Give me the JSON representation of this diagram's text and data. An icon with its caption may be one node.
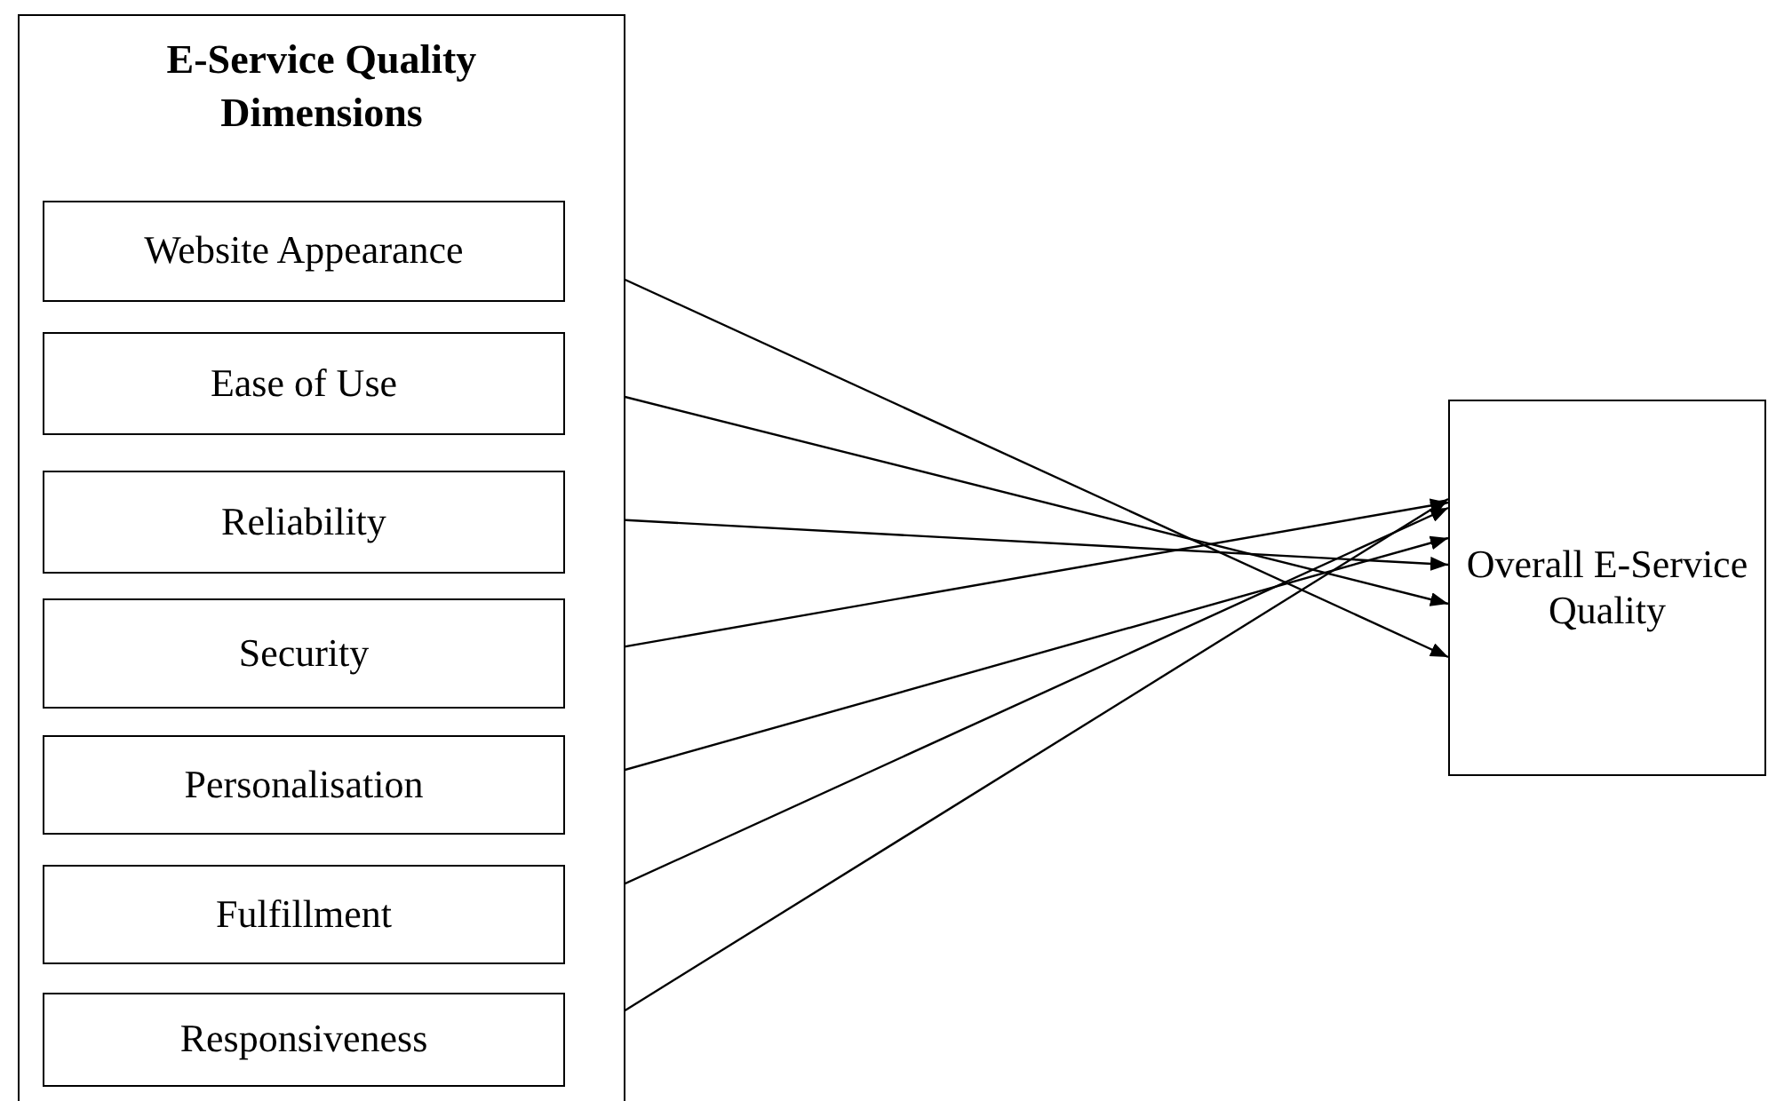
{
  "diagram": {
    "nodes": [
      {
        "text": [
          "E-Service Quality Dimensions"
        ]
      },
      {
        "text": [
          "Website Appearance"
        ],
        "in": 0
      },
      {
        "text": [
          "Ease of Use"
        ],
        "in": 0
      },
      {
        "text": [
          "Reliability"
        ],
        "in": 0
      },
      {
        "text": [
          "Security"
        ],
        "in": 0
      },
      {
        "text": [
          "Personalisation"
        ],
        "in": 0
      },
      {
        "text": [
          "Fulfillment"
        ],
        "in": 0
      },
      {
        "text": [
          "Responsiveness"
        ],
        "in": 0
      },
      {
        "text": [
          "Overall E-Service Quality"
        ]
      }
    ],
    "edges": [
      {
        "from": 1,
        "to": 8,
        "arrow": "to"
      },
      {
        "from": 2,
        "to": 8,
        "arrow": "to"
      },
      {
        "from": 3,
        "to": 8,
        "arrow": "to"
      },
      {
        "from": 4,
        "to": 8,
        "arrow": "to"
      },
      {
        "from": 5,
        "to": 8,
        "arrow": "to"
      },
      {
        "from": 6,
        "to": 8,
        "arrow": "to"
      },
      {
        "from": 7,
        "to": 8,
        "arrow": "to"
      }
    ]
  }
}
